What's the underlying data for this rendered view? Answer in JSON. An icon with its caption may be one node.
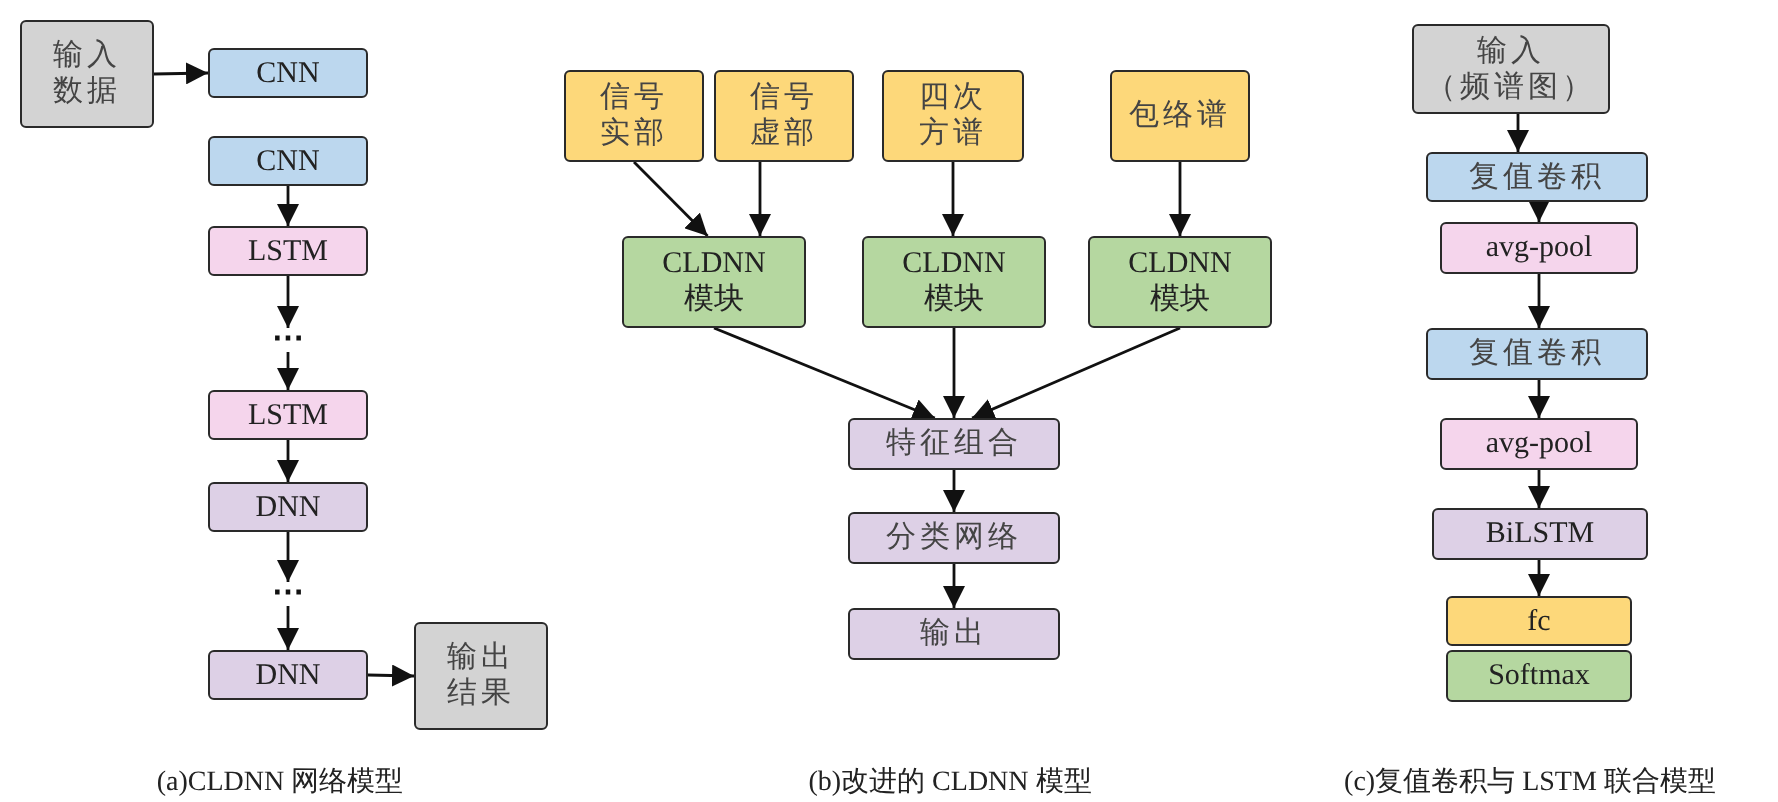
{
  "diagram": {
    "nodes": [
      {
        "text": [
          "输入数据"
        ]
      },
      {
        "text": [
          "CNN"
        ]
      },
      {
        "text": [
          "CNN"
        ]
      },
      {
        "text": [
          "LSTM"
        ]
      },
      {
        "text": [
          "⋯"
        ]
      },
      {
        "text": [
          "LSTM"
        ]
      },
      {
        "text": [
          "DNN"
        ]
      },
      {
        "text": [
          "⋯"
        ]
      },
      {
        "text": [
          "DNN"
        ]
      },
      {
        "text": [
          "输出结果"
        ]
      },
      {
        "text": [
          "信号实部"
        ]
      },
      {
        "text": [
          "信号虚部"
        ]
      },
      {
        "text": [
          "四次方谱"
        ]
      },
      {
        "text": [
          "包络谱"
        ]
      },
      {
        "text": [
          "CLDNN 模块"
        ]
      },
      {
        "text": [
          "CLDNN 模块"
        ]
      },
      {
        "text": [
          "CLDNN 模块"
        ]
      },
      {
        "text": [
          "特征组合"
        ]
      },
      {
        "text": [
          "分类网络"
        ]
      },
      {
        "text": [
          "输出"
        ]
      },
      {
        "text": [
          "输入（频谱图）"
        ]
      },
      {
        "text": [
          "复值卷积"
        ]
      },
      {
        "text": [
          "avg-pool"
        ]
      },
      {
        "text": [
          "复值卷积"
        ]
      },
      {
        "text": [
          "avg-pool"
        ]
      },
      {
        "text": [
          "BiLSTM"
        ]
      },
      {
        "text": [
          "fc"
        ]
      },
      {
        "text": [
          "Softmax"
        ]
      }
    ],
    "edges": [
      {
        "from": 0,
        "to": 1,
        "arrow": "to"
      },
      {
        "from": 2,
        "to": 3,
        "arrow": "to"
      },
      {
        "from": 3,
        "to": 4,
        "arrow": "to"
      },
      {
        "from": 4,
        "to": 5,
        "arrow": "to"
      },
      {
        "from": 5,
        "to": 6,
        "arrow": "to"
      },
      {
        "from": 6,
        "to": 7,
        "arrow": "to"
      },
      {
        "from": 7,
        "to": 8,
        "arrow": "to"
      },
      {
        "from": 8,
        "to": 9,
        "arrow": "to"
      },
      {
        "from": 10,
        "to": 14,
        "arrow": "to"
      },
      {
        "from": 11,
        "to": 14,
        "arrow": "to"
      },
      {
        "from": 12,
        "to": 15,
        "arrow": "to"
      },
      {
        "from": 13,
        "to": 16,
        "arrow": "to"
      },
      {
        "from": 14,
        "to": 17,
        "arrow": "to"
      },
      {
        "from": 15,
        "to": 17,
        "arrow": "to"
      },
      {
        "from": 16,
        "to": 17,
        "arrow": "to"
      },
      {
        "from": 17,
        "to": 18,
        "arrow": "to"
      },
      {
        "from": 18,
        "to": 19,
        "arrow": "to"
      },
      {
        "from": 20,
        "to": 21,
        "arrow": "to"
      },
      {
        "from": 21,
        "to": 22,
        "arrow": "to"
      },
      {
        "from": 22,
        "to": 23,
        "arrow": "to"
      },
      {
        "from": 23,
        "to": 24,
        "arrow": "to"
      },
      {
        "from": 24,
        "to": 25,
        "arrow": "to"
      },
      {
        "from": 25,
        "to": 26,
        "arrow": "to"
      }
    ],
    "labels": [
      "(a)CLDNN 网络模型",
      "(b)改进的 CLDNN 模型",
      "(c)复值卷积与 LSTM 联合模型"
    ]
  }
}
